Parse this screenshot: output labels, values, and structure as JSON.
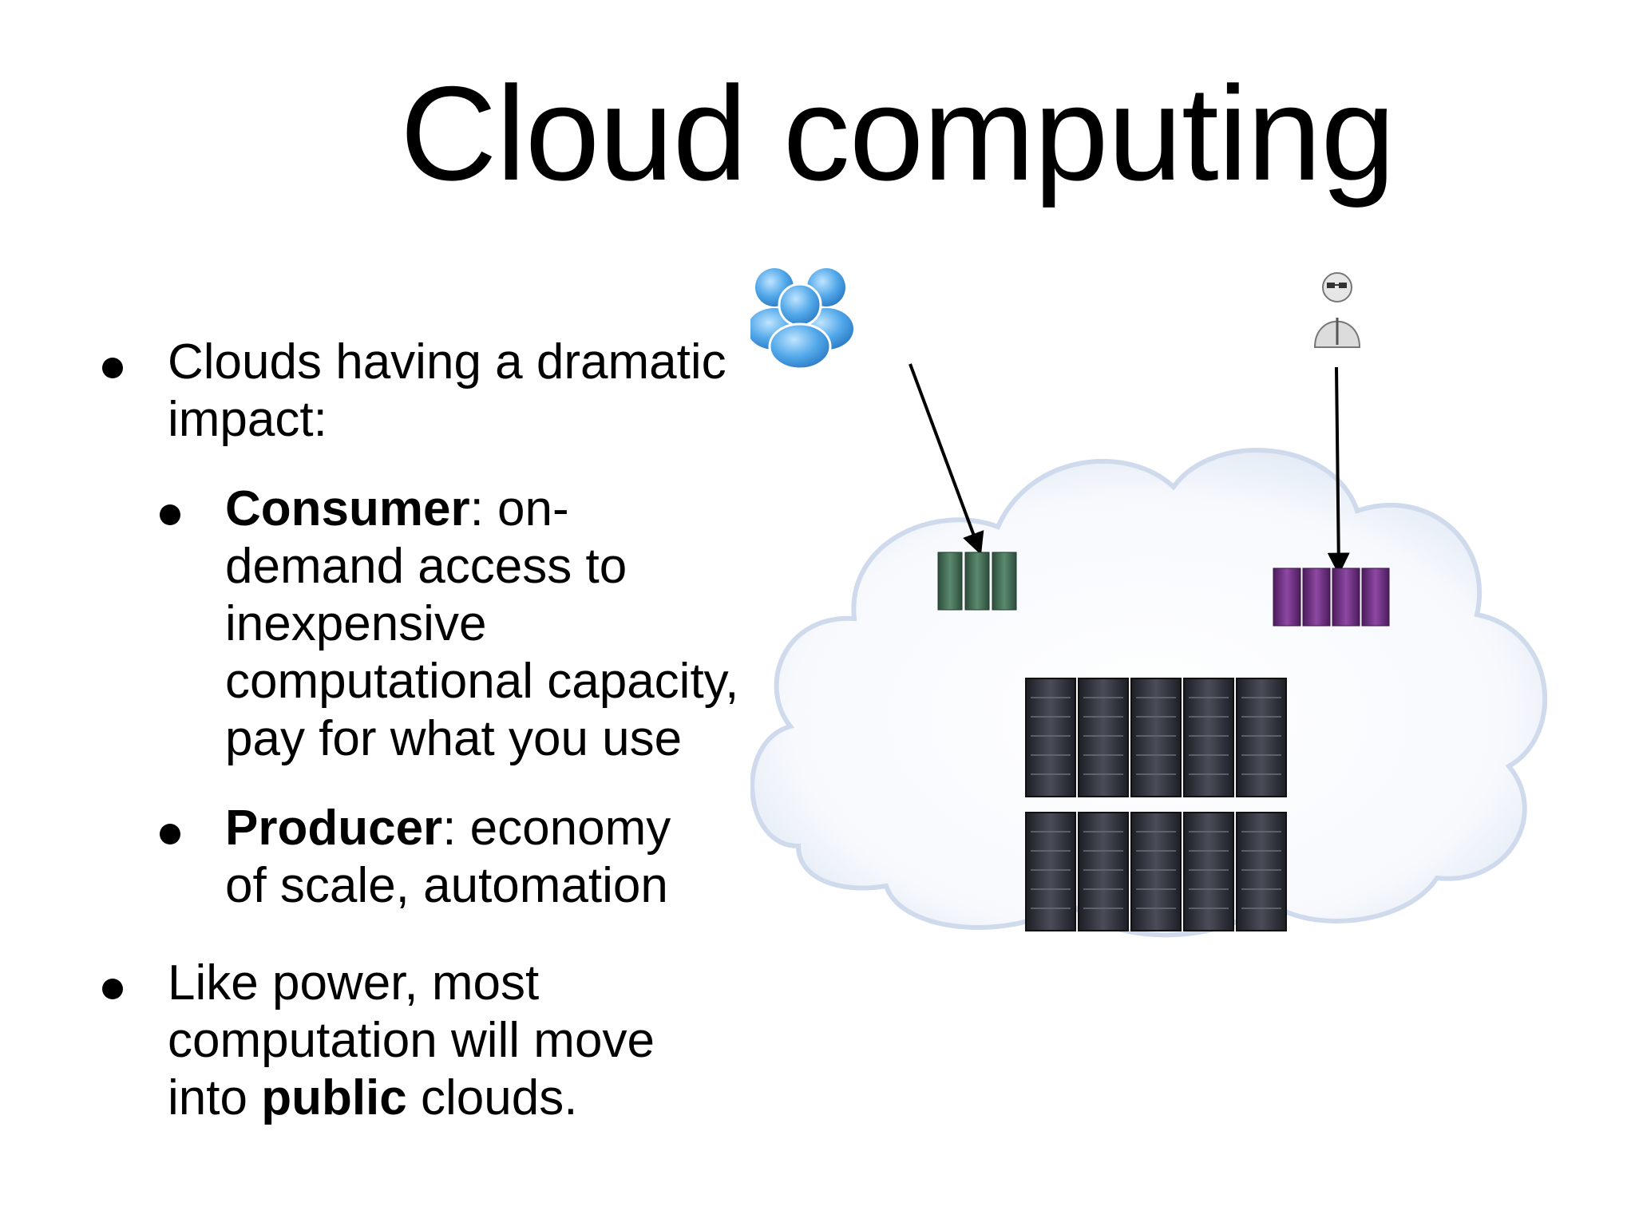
{
  "slide": {
    "title": "Cloud computing"
  },
  "bullets": [
    {
      "lead": "Clouds having a dramatic",
      "cont": "impact:"
    },
    {
      "strong": "Consumer",
      "after": ": on-",
      "lines": "demand access to\ninexpensive\ncomputational capacity,\npay for what you use"
    },
    {
      "strong": "Producer",
      "after": ":  economy",
      "lines": "of scale, automation"
    },
    {
      "lead": "Like power, most",
      "mid": "computation will move",
      "pre": "into ",
      "strong": "public",
      "post": " clouds."
    }
  ],
  "figure": {
    "icons": [
      "group-of-users-icon",
      "user-with-glasses-icon",
      "green-server-cluster-icon",
      "purple-server-cluster-icon",
      "datacenter-rack-icon"
    ],
    "colors": {
      "cloud_fill": "#f6f8fc",
      "cloud_edge": "#d8e2f0",
      "green_servers": "#3f6b52",
      "purple_servers": "#6a2c7e",
      "racks": "#2b2d36",
      "users_blue": "#4aa3e6"
    }
  }
}
